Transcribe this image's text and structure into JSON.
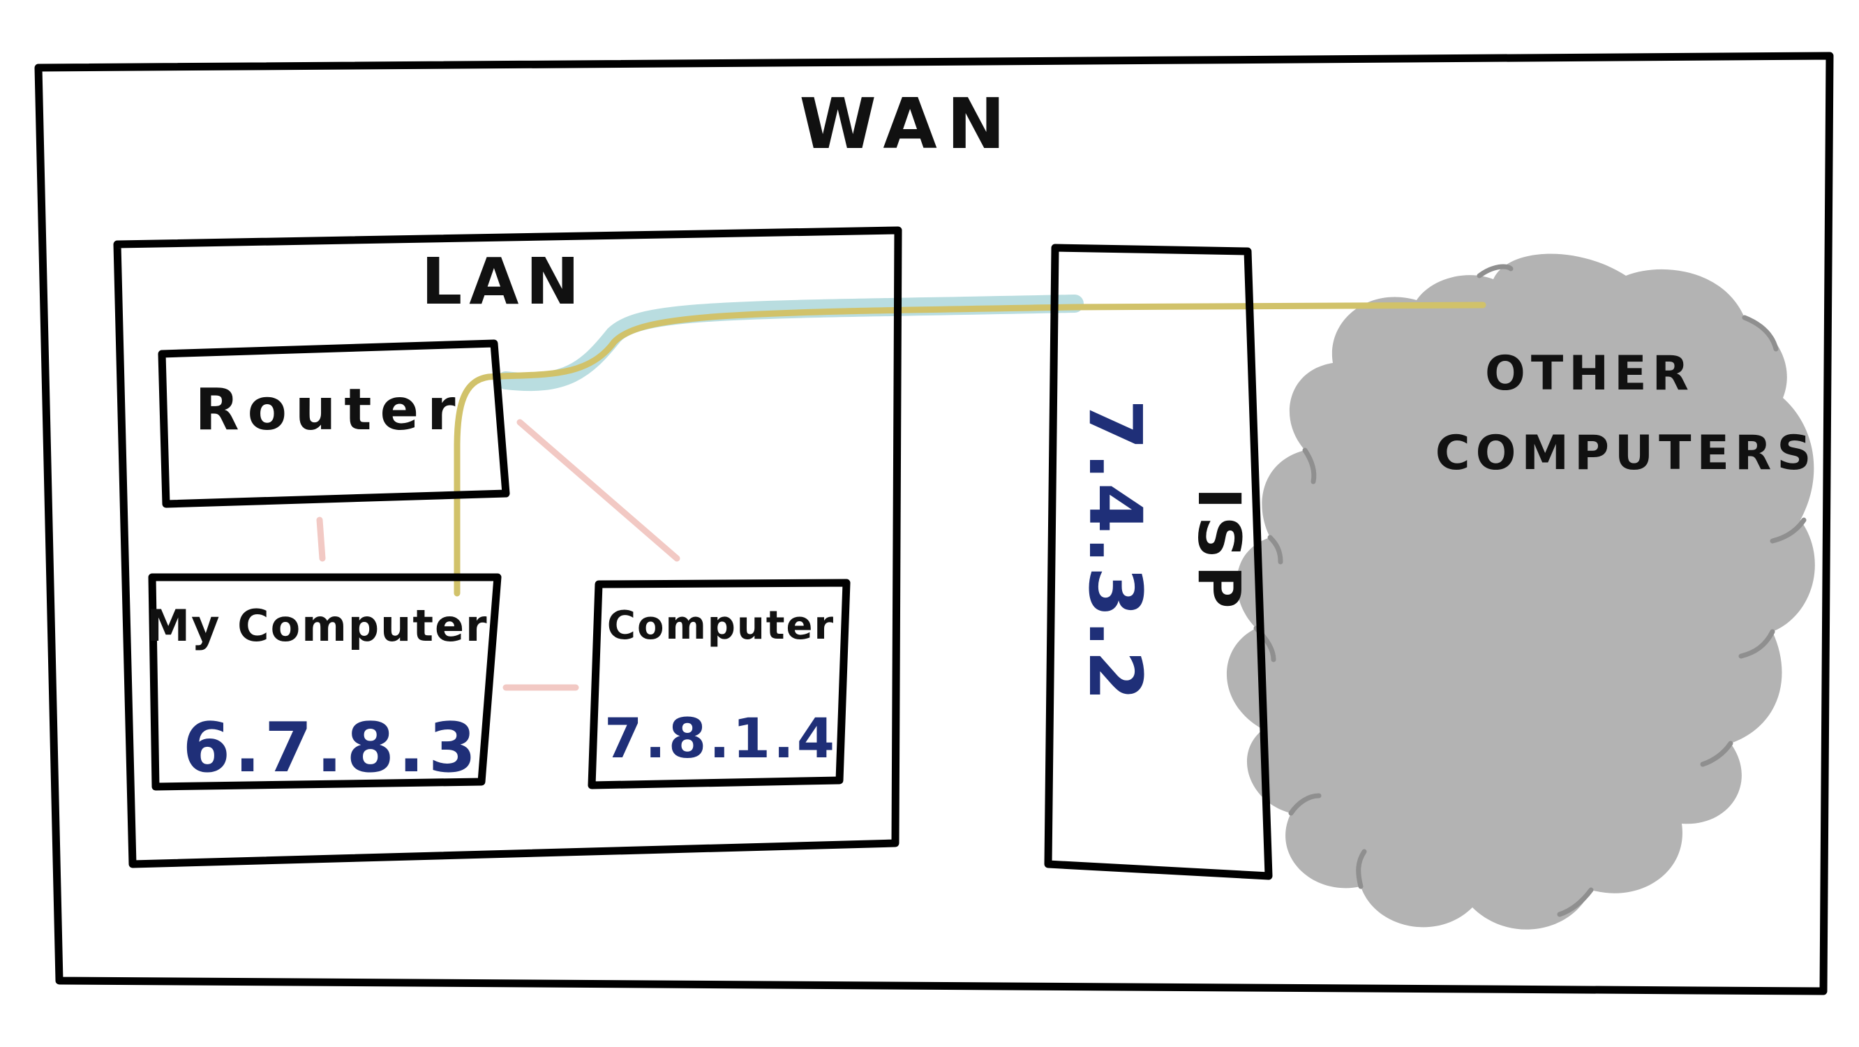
{
  "diagram": {
    "wan_label": "WAN",
    "lan_label": "LAN",
    "router_label": "Router",
    "my_computer": {
      "label": "My Computer",
      "ip": "6.7.8.3"
    },
    "computer": {
      "label": "Computer",
      "ip": "7.8.1.4"
    },
    "isp": {
      "label": "ISP",
      "ip": "7.4.3.2"
    },
    "cloud": {
      "line1": "OTHER",
      "line2": "COMPUTERS"
    }
  },
  "colors": {
    "outline": "#000000",
    "ip_text": "#1f2f78",
    "primary_link": "#d1c26a",
    "highlight_link": "#b9dde0",
    "local_link": "#f2c9c4",
    "cloud_fill": "#b3b3b3",
    "cloud_edge": "#8f8f8f"
  }
}
